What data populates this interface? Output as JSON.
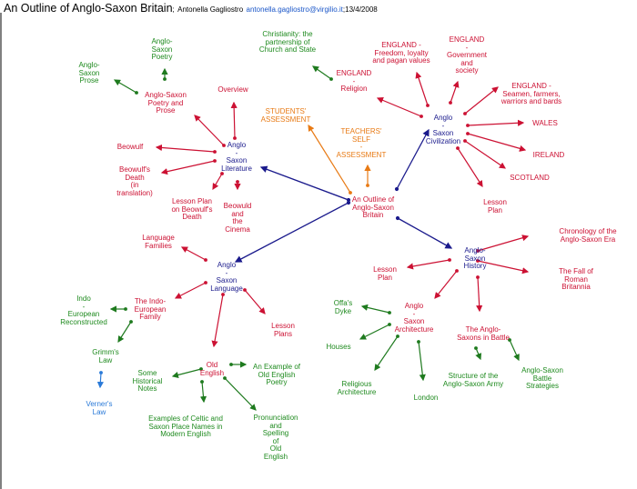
{
  "header": {
    "title": "An Outline of Anglo-Saxon Britain",
    "separator": ";",
    "author": "Antonella Gagliostro",
    "email": "antonella.gagliostro@virgilio.it",
    "date_sep": ";",
    "date": "13/4/2008"
  },
  "colors": {
    "root": "#cc1133",
    "main_topic": "#1a1a8c",
    "subtopic": "#cc1133",
    "detail": "#1e8a1e",
    "assessment": "#e87a14",
    "leaf_blue": "#2a7ad8",
    "main_link": "#1a1a8c",
    "red_link": "#cc1133",
    "green_link": "#1e7a1e",
    "orange_link": "#e87a14",
    "blue_link": "#2a7ad8"
  },
  "nodes": {
    "root": {
      "lines": [
        "An Outline of",
        "Anglo-Saxon",
        "Britain"
      ]
    },
    "students_assessment": {
      "lines": [
        "STUDENTS'",
        "ASSESSMENT"
      ]
    },
    "teachers_assessment": {
      "lines": [
        "TEACHERS'",
        "SELF",
        "-",
        "ASSESSMENT"
      ]
    },
    "literature": {
      "lines": [
        "Anglo",
        "-",
        "Saxon",
        "Literature"
      ]
    },
    "civilization": {
      "lines": [
        "Anglo",
        "-",
        "Saxon",
        "Civilization"
      ]
    },
    "language": {
      "lines": [
        "Anglo",
        "-",
        "Saxon",
        "Language"
      ]
    },
    "history": {
      "lines": [
        "Anglo-",
        "Saxon",
        "History"
      ]
    },
    "overview": {
      "lines": [
        "Overview"
      ]
    },
    "poetry_prose": {
      "lines": [
        "Anglo-Saxon",
        "Poetry and",
        "Prose"
      ]
    },
    "as_poetry": {
      "lines": [
        "Anglo-",
        "Saxon",
        "Poetry"
      ]
    },
    "as_prose": {
      "lines": [
        "Anglo-",
        "Saxon",
        "Prose"
      ]
    },
    "beowulf": {
      "lines": [
        "Beowulf"
      ]
    },
    "beowulfs_death": {
      "lines": [
        "Beowulf's",
        "Death",
        "(in",
        "translation)"
      ]
    },
    "lesson_plan_beowulf": {
      "lines": [
        "Lesson Plan",
        "on Beowulf's",
        "Death"
      ]
    },
    "beowulf_cinema": {
      "lines": [
        "Beowuld",
        "and",
        "the",
        "Cinema"
      ]
    },
    "christianity": {
      "lines": [
        "Christianity: the",
        "partnership of",
        "Church and State"
      ]
    },
    "eng_religion": {
      "lines": [
        "ENGLAND",
        "-",
        "Religion"
      ]
    },
    "eng_freedom": {
      "lines": [
        "ENGLAND -",
        "Freedom, loyalty",
        "and pagan values"
      ]
    },
    "eng_government": {
      "lines": [
        "ENGLAND",
        "-",
        "Government",
        "and",
        "society"
      ]
    },
    "eng_seamen": {
      "lines": [
        "ENGLAND -",
        "Seamen, farmers,",
        "warriors and bards"
      ]
    },
    "wales": {
      "lines": [
        "WALES"
      ]
    },
    "ireland": {
      "lines": [
        "IRELAND"
      ]
    },
    "scotland": {
      "lines": [
        "SCOTLAND"
      ]
    },
    "civ_lesson_plan": {
      "lines": [
        "Lesson",
        "Plan"
      ]
    },
    "language_families": {
      "lines": [
        "Language",
        "Families"
      ]
    },
    "indo_european_family": {
      "lines": [
        "The Indo-",
        "European",
        "Family"
      ]
    },
    "indo_european_reconstructed": {
      "lines": [
        "Indo",
        "-",
        "European",
        "Reconstructed"
      ]
    },
    "grimms_law": {
      "lines": [
        "Grimm's",
        "Law"
      ]
    },
    "verners_law": {
      "lines": [
        "Verner's",
        "Law"
      ]
    },
    "old_english": {
      "lines": [
        "Old",
        "English"
      ]
    },
    "lang_lesson_plans": {
      "lines": [
        "Lesson",
        "Plans"
      ]
    },
    "historical_notes": {
      "lines": [
        "Some",
        "Historical",
        "Notes"
      ]
    },
    "place_names": {
      "lines": [
        "Examples of Celtic and",
        "Saxon Place Names in",
        "Modern English"
      ]
    },
    "oe_poetry": {
      "lines": [
        "An Example of",
        "Old English",
        "Poetry"
      ]
    },
    "pronunciation": {
      "lines": [
        "Pronunciation",
        "and",
        "Spelling",
        "of",
        "Old",
        "English"
      ]
    },
    "chronology": {
      "lines": [
        "Chronology of the",
        "Anglo-Saxon Era"
      ]
    },
    "fall_of_britannia": {
      "lines": [
        "The Fall of",
        "Roman",
        "Britannia"
      ]
    },
    "hist_lesson_plan": {
      "lines": [
        "Lesson",
        "Plan"
      ]
    },
    "architecture": {
      "lines": [
        "Anglo",
        "-",
        "Saxon",
        "Architecture"
      ]
    },
    "battle": {
      "lines": [
        "The Anglo-",
        "Saxons in Battle"
      ]
    },
    "offas_dyke": {
      "lines": [
        "Offa's",
        "Dyke"
      ]
    },
    "houses": {
      "lines": [
        "Houses"
      ]
    },
    "religious_architecture": {
      "lines": [
        "Religious",
        "Architecture"
      ]
    },
    "london": {
      "lines": [
        "London"
      ]
    },
    "army_structure": {
      "lines": [
        "Structure of the",
        "Anglo-Saxon Army"
      ]
    },
    "battle_strategies": {
      "lines": [
        "Anglo-Saxon",
        "Battle",
        "Strategies"
      ]
    }
  }
}
